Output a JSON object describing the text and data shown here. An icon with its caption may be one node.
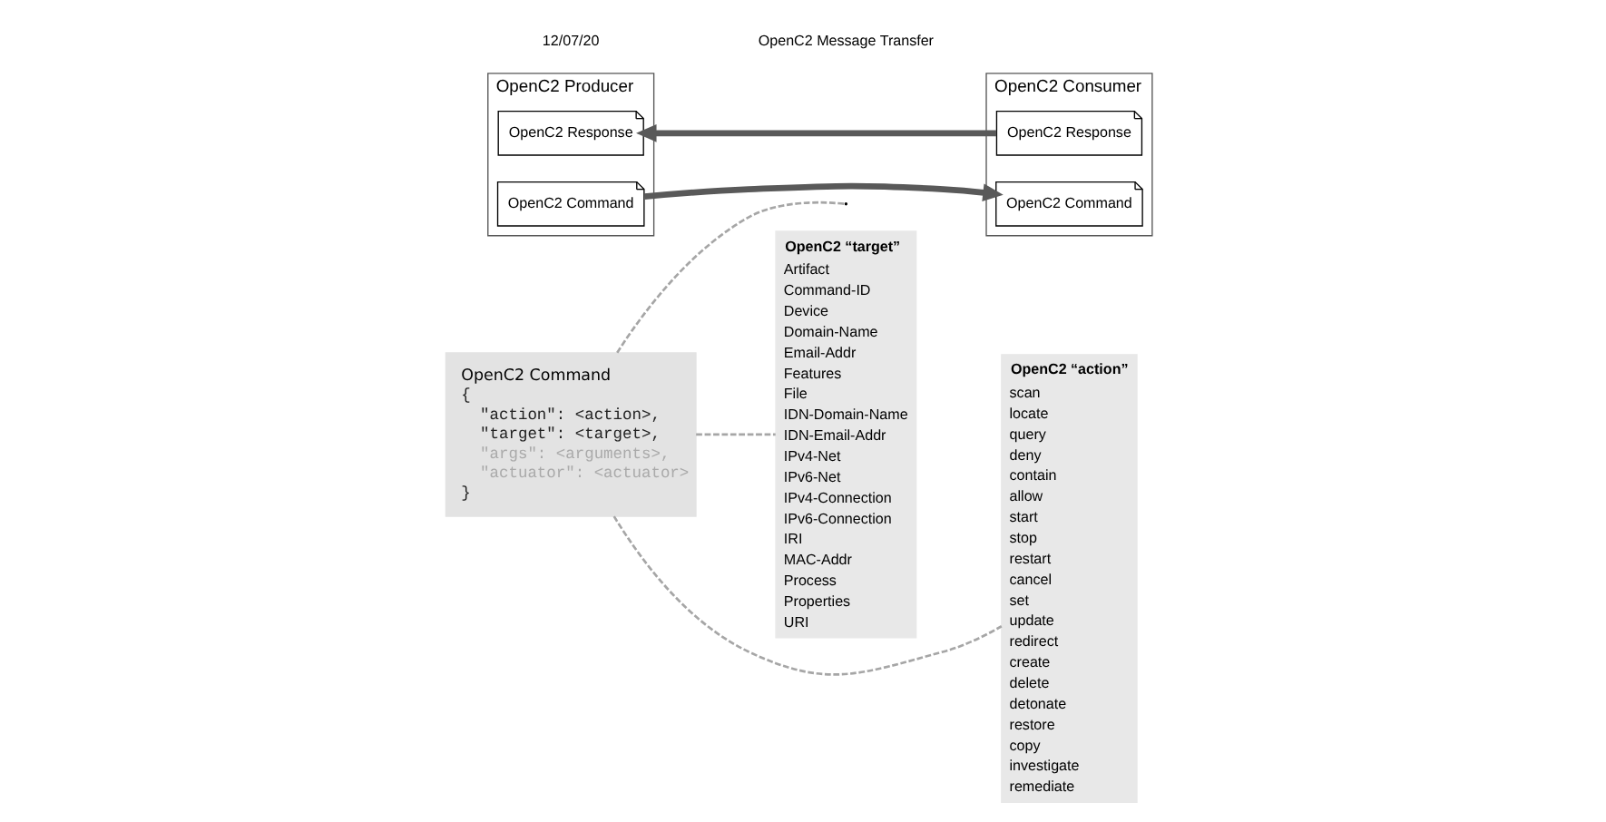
{
  "diagram": {
    "nodes": [
      {
        "text": [
          "OpenC2 Producer"
        ]
      },
      {
        "text": [
          "OpenC2 Command"
        ],
        "in": 0
      },
      {
        "text": [
          "OpenC2 Response"
        ],
        "in": 0
      },
      {
        "text": [
          "OpenC2 Consumer"
        ]
      },
      {
        "text": [
          "OpenC2 Command"
        ],
        "in": 3
      },
      {
        "text": [
          "OpenC2 Response"
        ],
        "in": 3
      },
      {
        "text": [
          "OpenC2 Command",
          "{",
          "\"action\": <action>,",
          "\"target\": <target>,",
          "\"args\": <arguments>,",
          "\"actuator\": <actuator>",
          "}"
        ]
      },
      {
        "text": [
          "OpenC2 “target”",
          "Artifact",
          "Command-ID",
          "Device",
          "Domain-Name",
          "Email-Addr",
          "Features",
          "File",
          "IDN-Domain-Name",
          "IDN-Email-Addr",
          "IPv4-Net",
          "IPv6-Net",
          "IPv4-Connection",
          "IPv6-Connection",
          "IRI",
          "MAC-Addr",
          "Process",
          "Properties",
          "URI"
        ]
      },
      {
        "text": [
          "OpenC2 “action”",
          "scan",
          "locate",
          "query",
          "deny",
          "contain",
          "allow",
          "start",
          "stop",
          "restart",
          "cancel",
          "set",
          "update",
          "redirect",
          "create",
          "delete",
          "detonate",
          "restore",
          "copy",
          "investigate",
          "remediate"
        ]
      }
    ],
    "edges": [
      {
        "from": 1,
        "to": 4,
        "arrow": "to",
        "style": "thick",
        "color": "#595959"
      },
      {
        "from": 5,
        "to": 2,
        "arrow": "to",
        "style": "thick",
        "color": "#595959"
      },
      {
        "from": 6,
        "to": null,
        "arrow": "none",
        "style": "dashed",
        "color": "#a6a6a6"
      },
      {
        "from": 6,
        "to": 7,
        "arrow": "none",
        "style": "dashed",
        "color": "#a6a6a6"
      },
      {
        "from": 6,
        "to": 8,
        "arrow": "none",
        "style": "dashed",
        "color": "#a6a6a6"
      }
    ],
    "labels": [
      "OpenC2 Message Transfer",
      "12/07/20"
    ]
  }
}
